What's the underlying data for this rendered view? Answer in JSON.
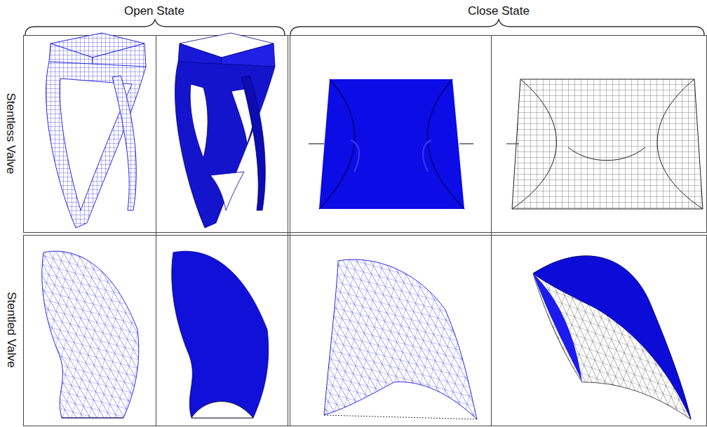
{
  "diagram": {
    "labels": [
      "Open State",
      "Close State",
      "Stentless Valve",
      "Stentled Valve"
    ]
  }
}
